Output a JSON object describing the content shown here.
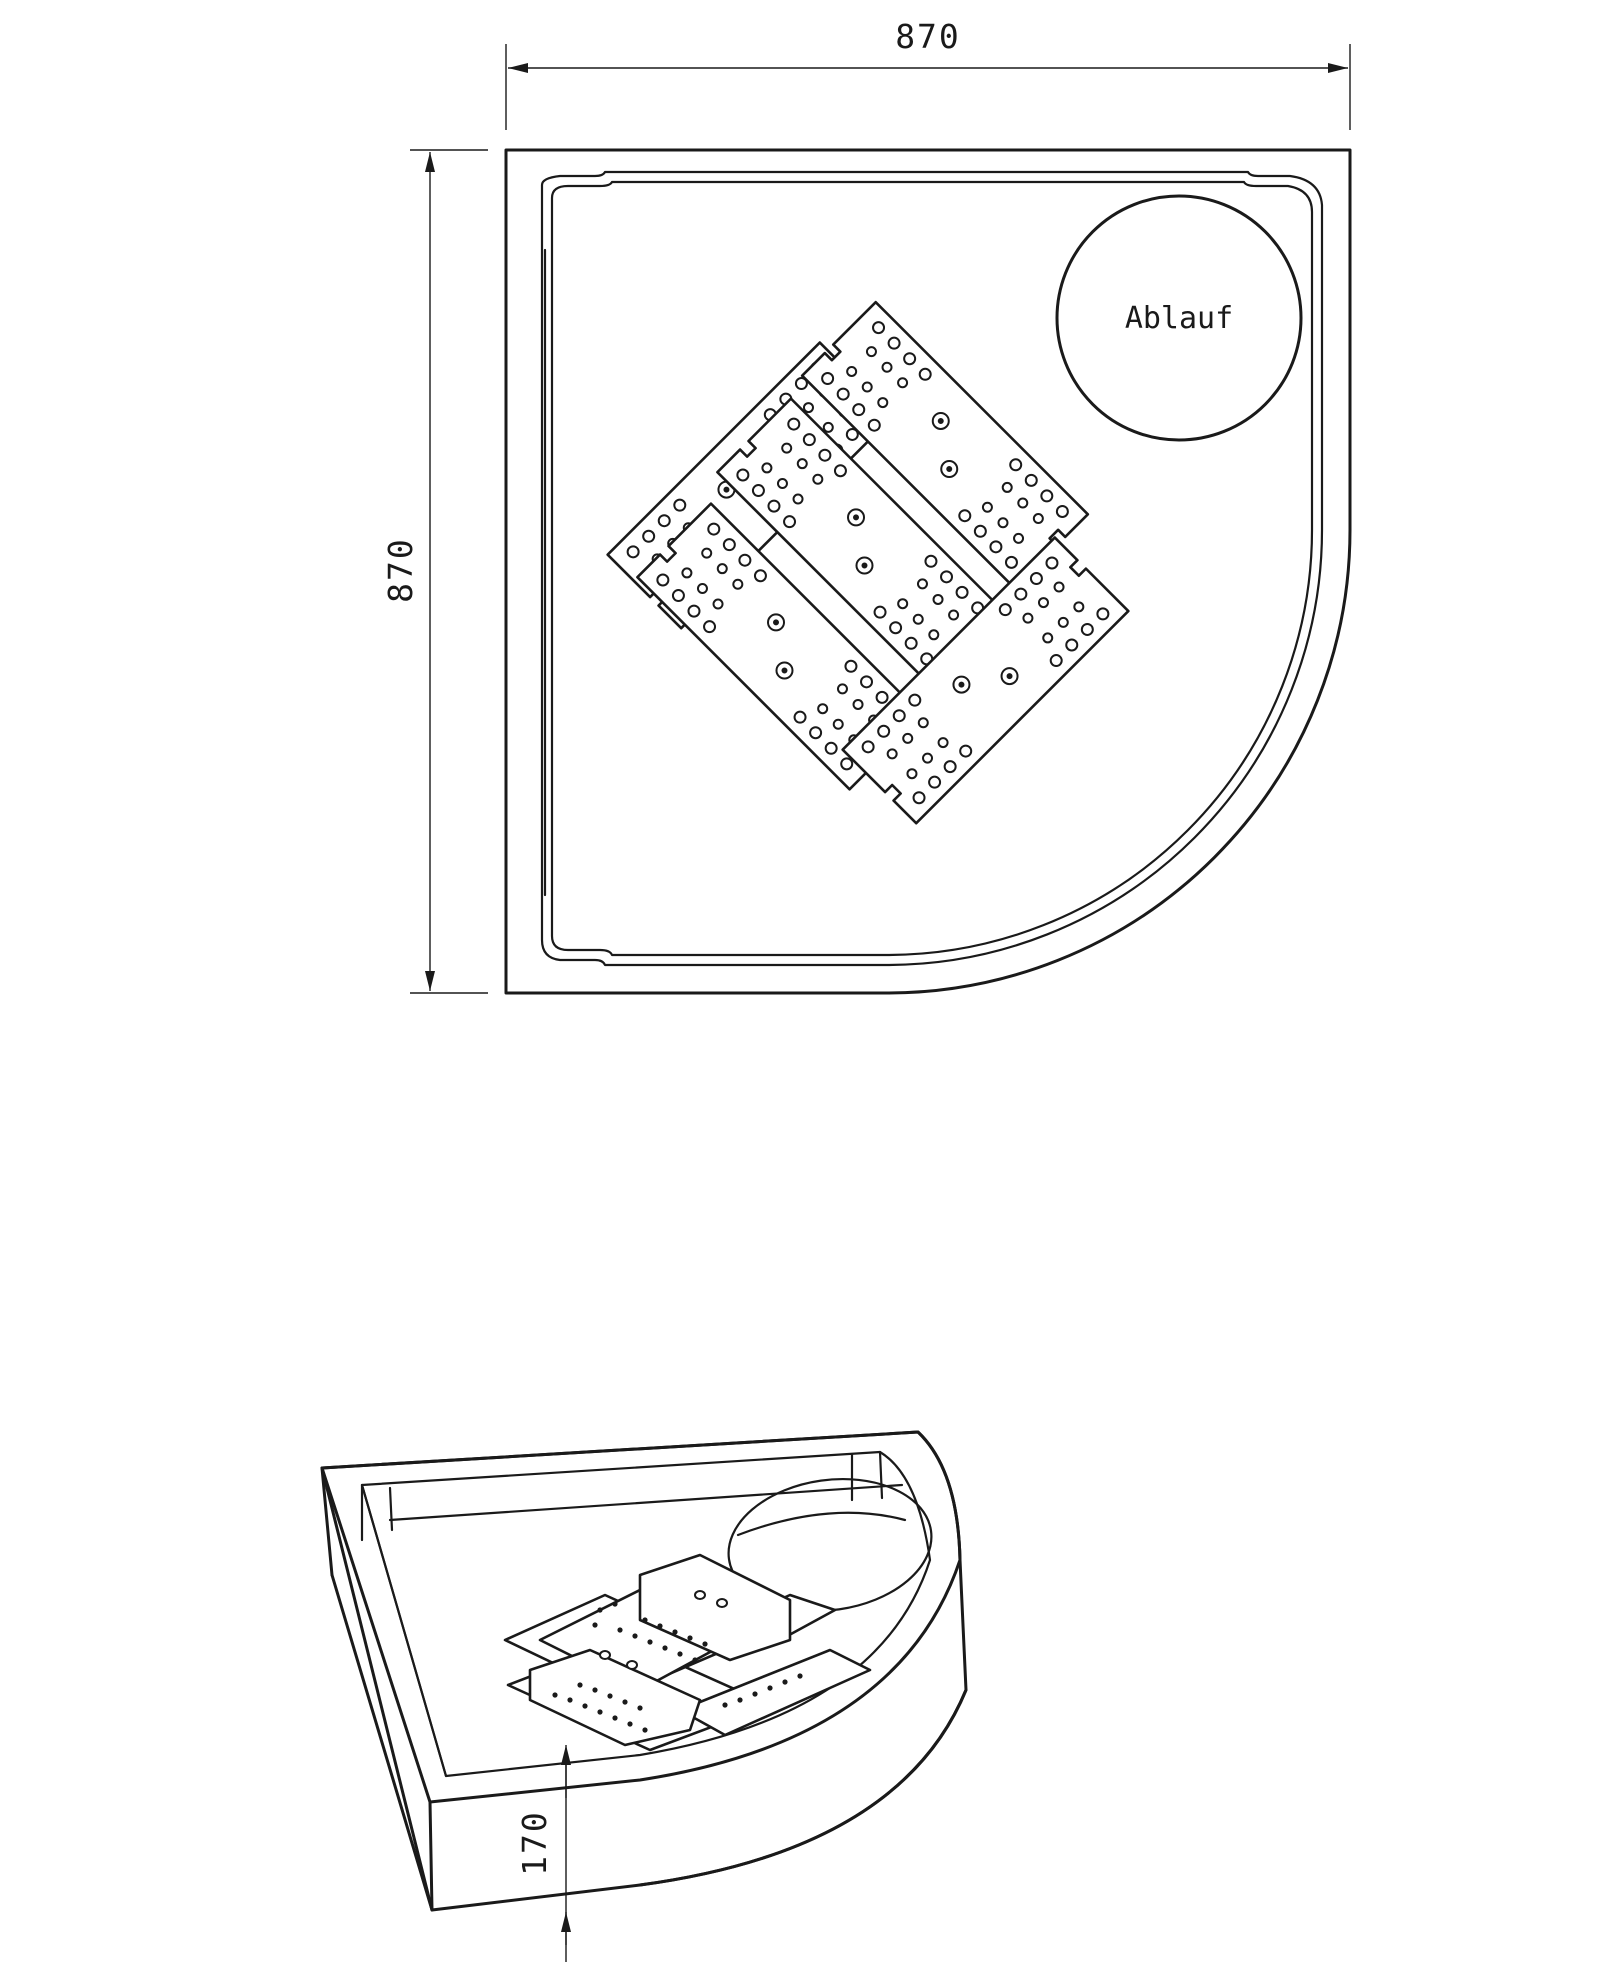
{
  "top_view": {
    "width_label": "870",
    "depth_label": "870",
    "drain_label": "Ablauf"
  },
  "iso_view": {
    "height_label": "170"
  }
}
